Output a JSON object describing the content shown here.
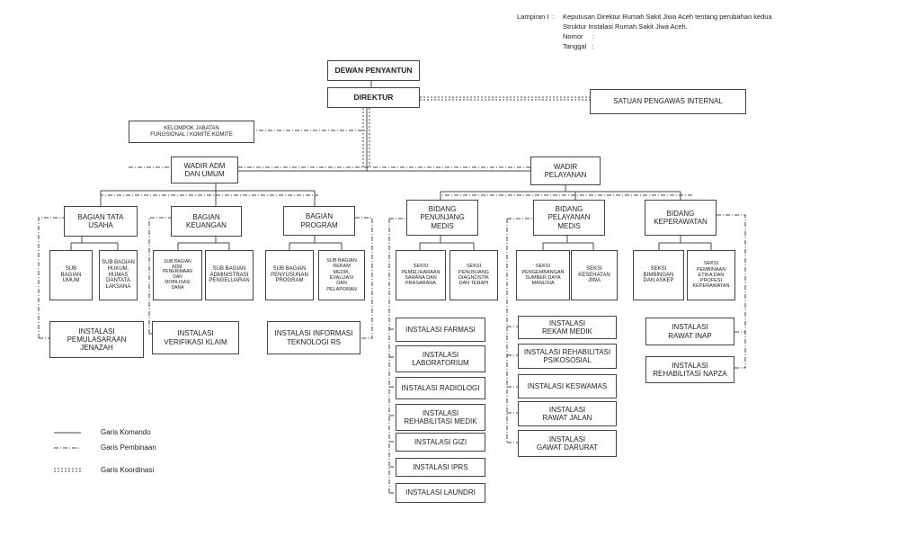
{
  "header": {
    "prefix": "Lampiran I  :",
    "lines": [
      "Keputusan Direktur Rumah Sakit Jiwa Aceh tentang perubahan kedua",
      "Struktur Instalasi Rumah Sakit Jiwa Aceh.",
      "Nomor     :",
      "Tanggal   :"
    ]
  },
  "units": {
    "dewan": "DEWAN PENYANTUN",
    "direktur": "DIREKTUR",
    "spi": "SATUAN  PENGAWAS INTERNAL",
    "kelompok": "KELOMPOK JABATAN\nFUNGSIONAL / KOMITE KOMITE",
    "wadir_adm": "WADIR ADM\nDAN UMUM",
    "wadir_pel": "WADIR\nPELAYANAN",
    "bag_tu": "BAGIAN TATA\nUSAHA",
    "bag_keu": "BAGIAN\nKEUANGAN",
    "bag_prog": "BAGIAN\nPROGRAM",
    "sb_umum": "SUB\nBAGIAN\nUMUM",
    "sb_hukum": "SUB BAGIAN\nHUKUM,\nHUMAS\nDANTATA\nLAKSANA",
    "sb_adm": "SUB BAGIAN\nADM.\nPENERIMAAN\nDAN\nMOBILISASI\nDANA",
    "sb_admpeng": "SUB BAGIAN\nADMINISTRASI\nPENGELUARAN",
    "sb_penyusunan": "SUB BAGIAN\nPENYUSUNAN\nPROGRAM",
    "sb_rekam": "SUB BAGIAN\nREKAM\nMEDIK,\nEVALUASI\nDAN\nPELAPORAN",
    "inst_jenazah": "INSTALASI\nPEMULASARAAN\nJENAZAH",
    "inst_klaim": "INSTALASI\nVERIFIKASI KLAIM",
    "inst_tekno": "INSTALASI   INFORMASI\nTEKNOLOGI RS",
    "bid_penunjang": "BIDANG\nPENUNJANG\nMEDIS",
    "bid_pelayanan": "BIDANG\nPELAYANAN\nMEDIS",
    "bid_kep": "BIDANG\nKEPERAWATAN",
    "seksi_pemeliharaan": "SEKSI\nPEMELIHARAAN\nSARANA DAN\nPRASARANA",
    "seksi_penunjang": "SEKSI\nPENUNJANG\nDIAGNOSTIK\nDAN TERAPI",
    "seksi_sdm": "SEKSI\nPENGEMBANGAN\nSUMBER DAYA\nMANUSIA",
    "seksi_kesehatan": "SEKSI\nKESEHATAN\nJIWA",
    "seksi_bimbingan": "SEKSI\nBIMBINGAN\nDAN ASKEP",
    "seksi_etika": "SEKSI\nPEMBINAAN\nETIKA DAN\nPROFESI\nKEPERAWATAN",
    "inst_farmasi": "INSTALASI FARMASI",
    "inst_lab": "INSTALASI\nLABORATORIUM",
    "inst_radiologi": "INSTALASI RADIOLOGI",
    "inst_rehab_medik": "INSTALASI\nREHABILITASI MEDIK",
    "inst_gizi": "INSTALASI GIZI",
    "inst_iprs": "INSTALASI IPRS",
    "inst_laundri": "INSTALASI LAUNDRI",
    "inst_rekam_medik": "INSTALASI\nREKAM MEDIK",
    "inst_rehab_psiko": "INSTALASI REHABILITASI\nPSIKOSOSIAL",
    "inst_keswamas": "INSTALASI KESWAMAS",
    "inst_rawat_jalan": "INSTALASI\nRAWAT JALAN",
    "inst_gawat": "INSTALASI\nGAWAT DARURAT",
    "inst_rawat_inap": "INSTALASI\nRAWAT INAP",
    "inst_napza": "INSTALASI\nREHABILITASI NAPZA"
  },
  "legend": {
    "komando": "Garis Komando",
    "pembinaan": "Garis Pembinaan",
    "koordinasi": "Garis Koordinasi"
  },
  "colors": {
    "line": "#444444",
    "text": "#222222"
  }
}
